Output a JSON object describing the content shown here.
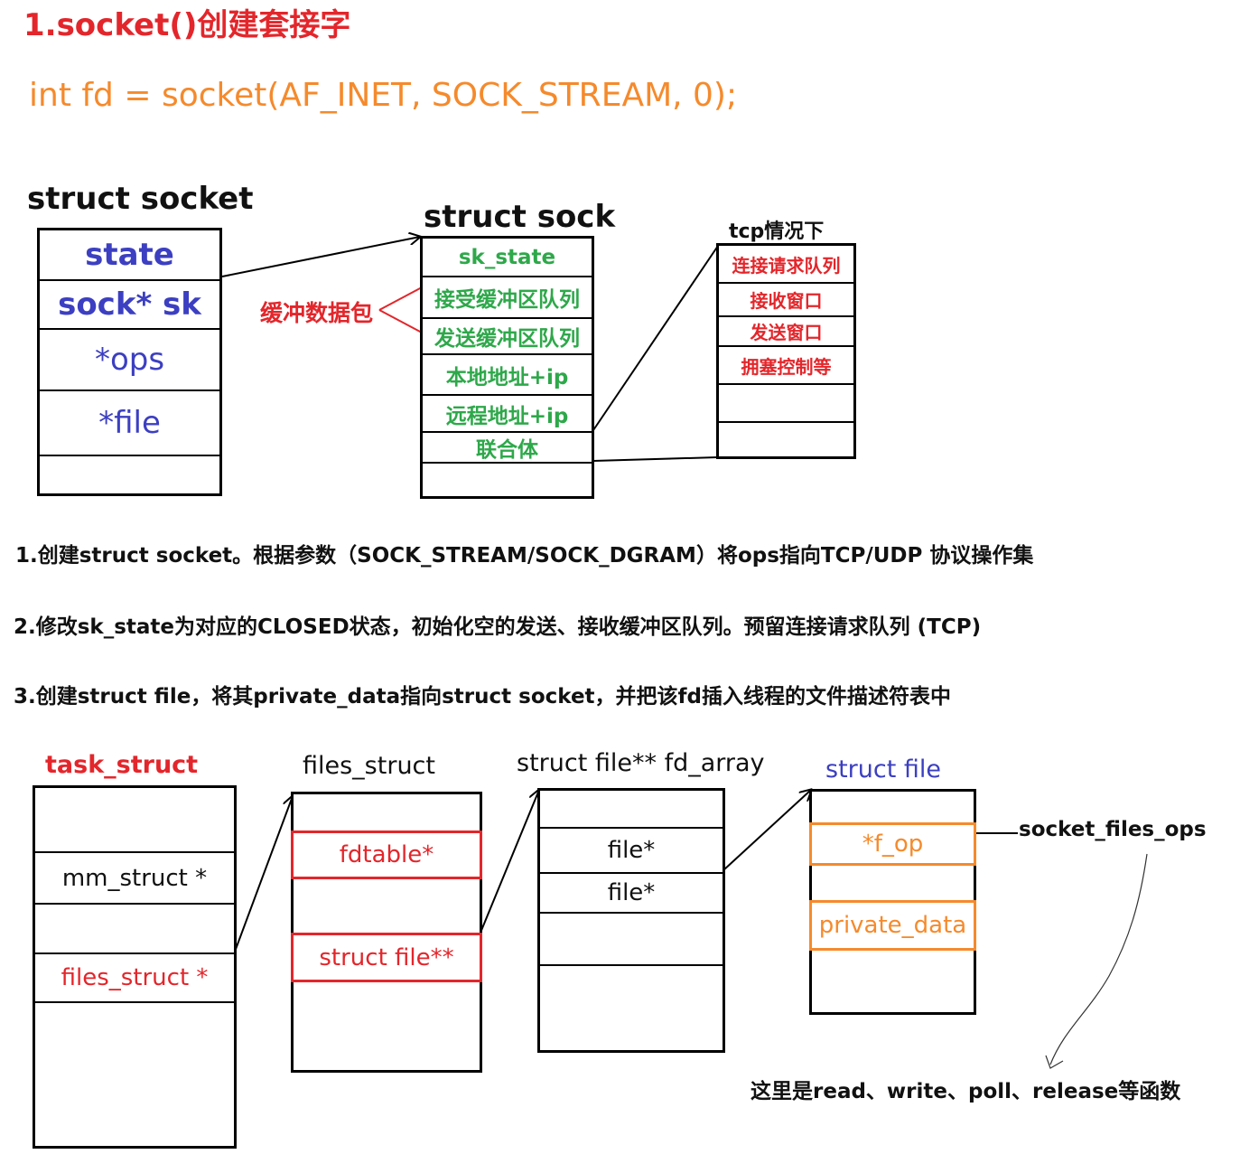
{
  "title": "1.socket()创建套接字",
  "code": "int fd = socket(AF_INET, SOCK_STREAM, 0);",
  "socket_struct": {
    "title": "struct socket",
    "fields": [
      "state",
      "sock* sk",
      "*ops",
      "*file",
      ""
    ]
  },
  "sock_struct": {
    "title": "struct sock",
    "fields": [
      "sk_state",
      "接受缓冲区队列",
      "发送缓冲区队列",
      "本地地址+ip",
      "远程地址+ip",
      "联合体",
      ""
    ]
  },
  "buffer_label": "缓冲数据包",
  "tcp_box": {
    "title": "tcp情况下",
    "fields": [
      "连接请求队列",
      "接收窗口",
      "发送窗口",
      "拥塞控制等",
      "",
      ""
    ]
  },
  "steps": [
    "1.创建struct socket。根据参数（SOCK_STREAM/SOCK_DGRAM）将ops指向TCP/UDP 协议操作集",
    "2.修改sk_state为对应的CLOSED状态，初始化空的发送、接收缓冲区队列。预留连接请求队列 (TCP)",
    "3.创建struct file，将其private_data指向struct socket，并把该fd插入线程的文件描述符表中"
  ],
  "task_struct": {
    "title": "task_struct",
    "fields": [
      "",
      "mm_struct *",
      "",
      "files_struct *",
      ""
    ]
  },
  "files_struct": {
    "title": "files_struct",
    "fdtable": "fdtable*",
    "file_pp": "struct file**"
  },
  "fd_array": {
    "title": "struct file** fd_array",
    "fields": [
      "",
      "file*",
      "file*",
      "",
      ""
    ]
  },
  "struct_file": {
    "title": "struct file",
    "f_op": "*f_op",
    "private_data": "private_data"
  },
  "socket_files_ops": "socket_files_ops",
  "funcs_note": "这里是read、write、poll、release等函数",
  "colors": {
    "title_red": "#e3262b",
    "code_orange": "#f58a2c",
    "field_blue": "#3c3fc1",
    "field_green": "#2ea84a"
  }
}
